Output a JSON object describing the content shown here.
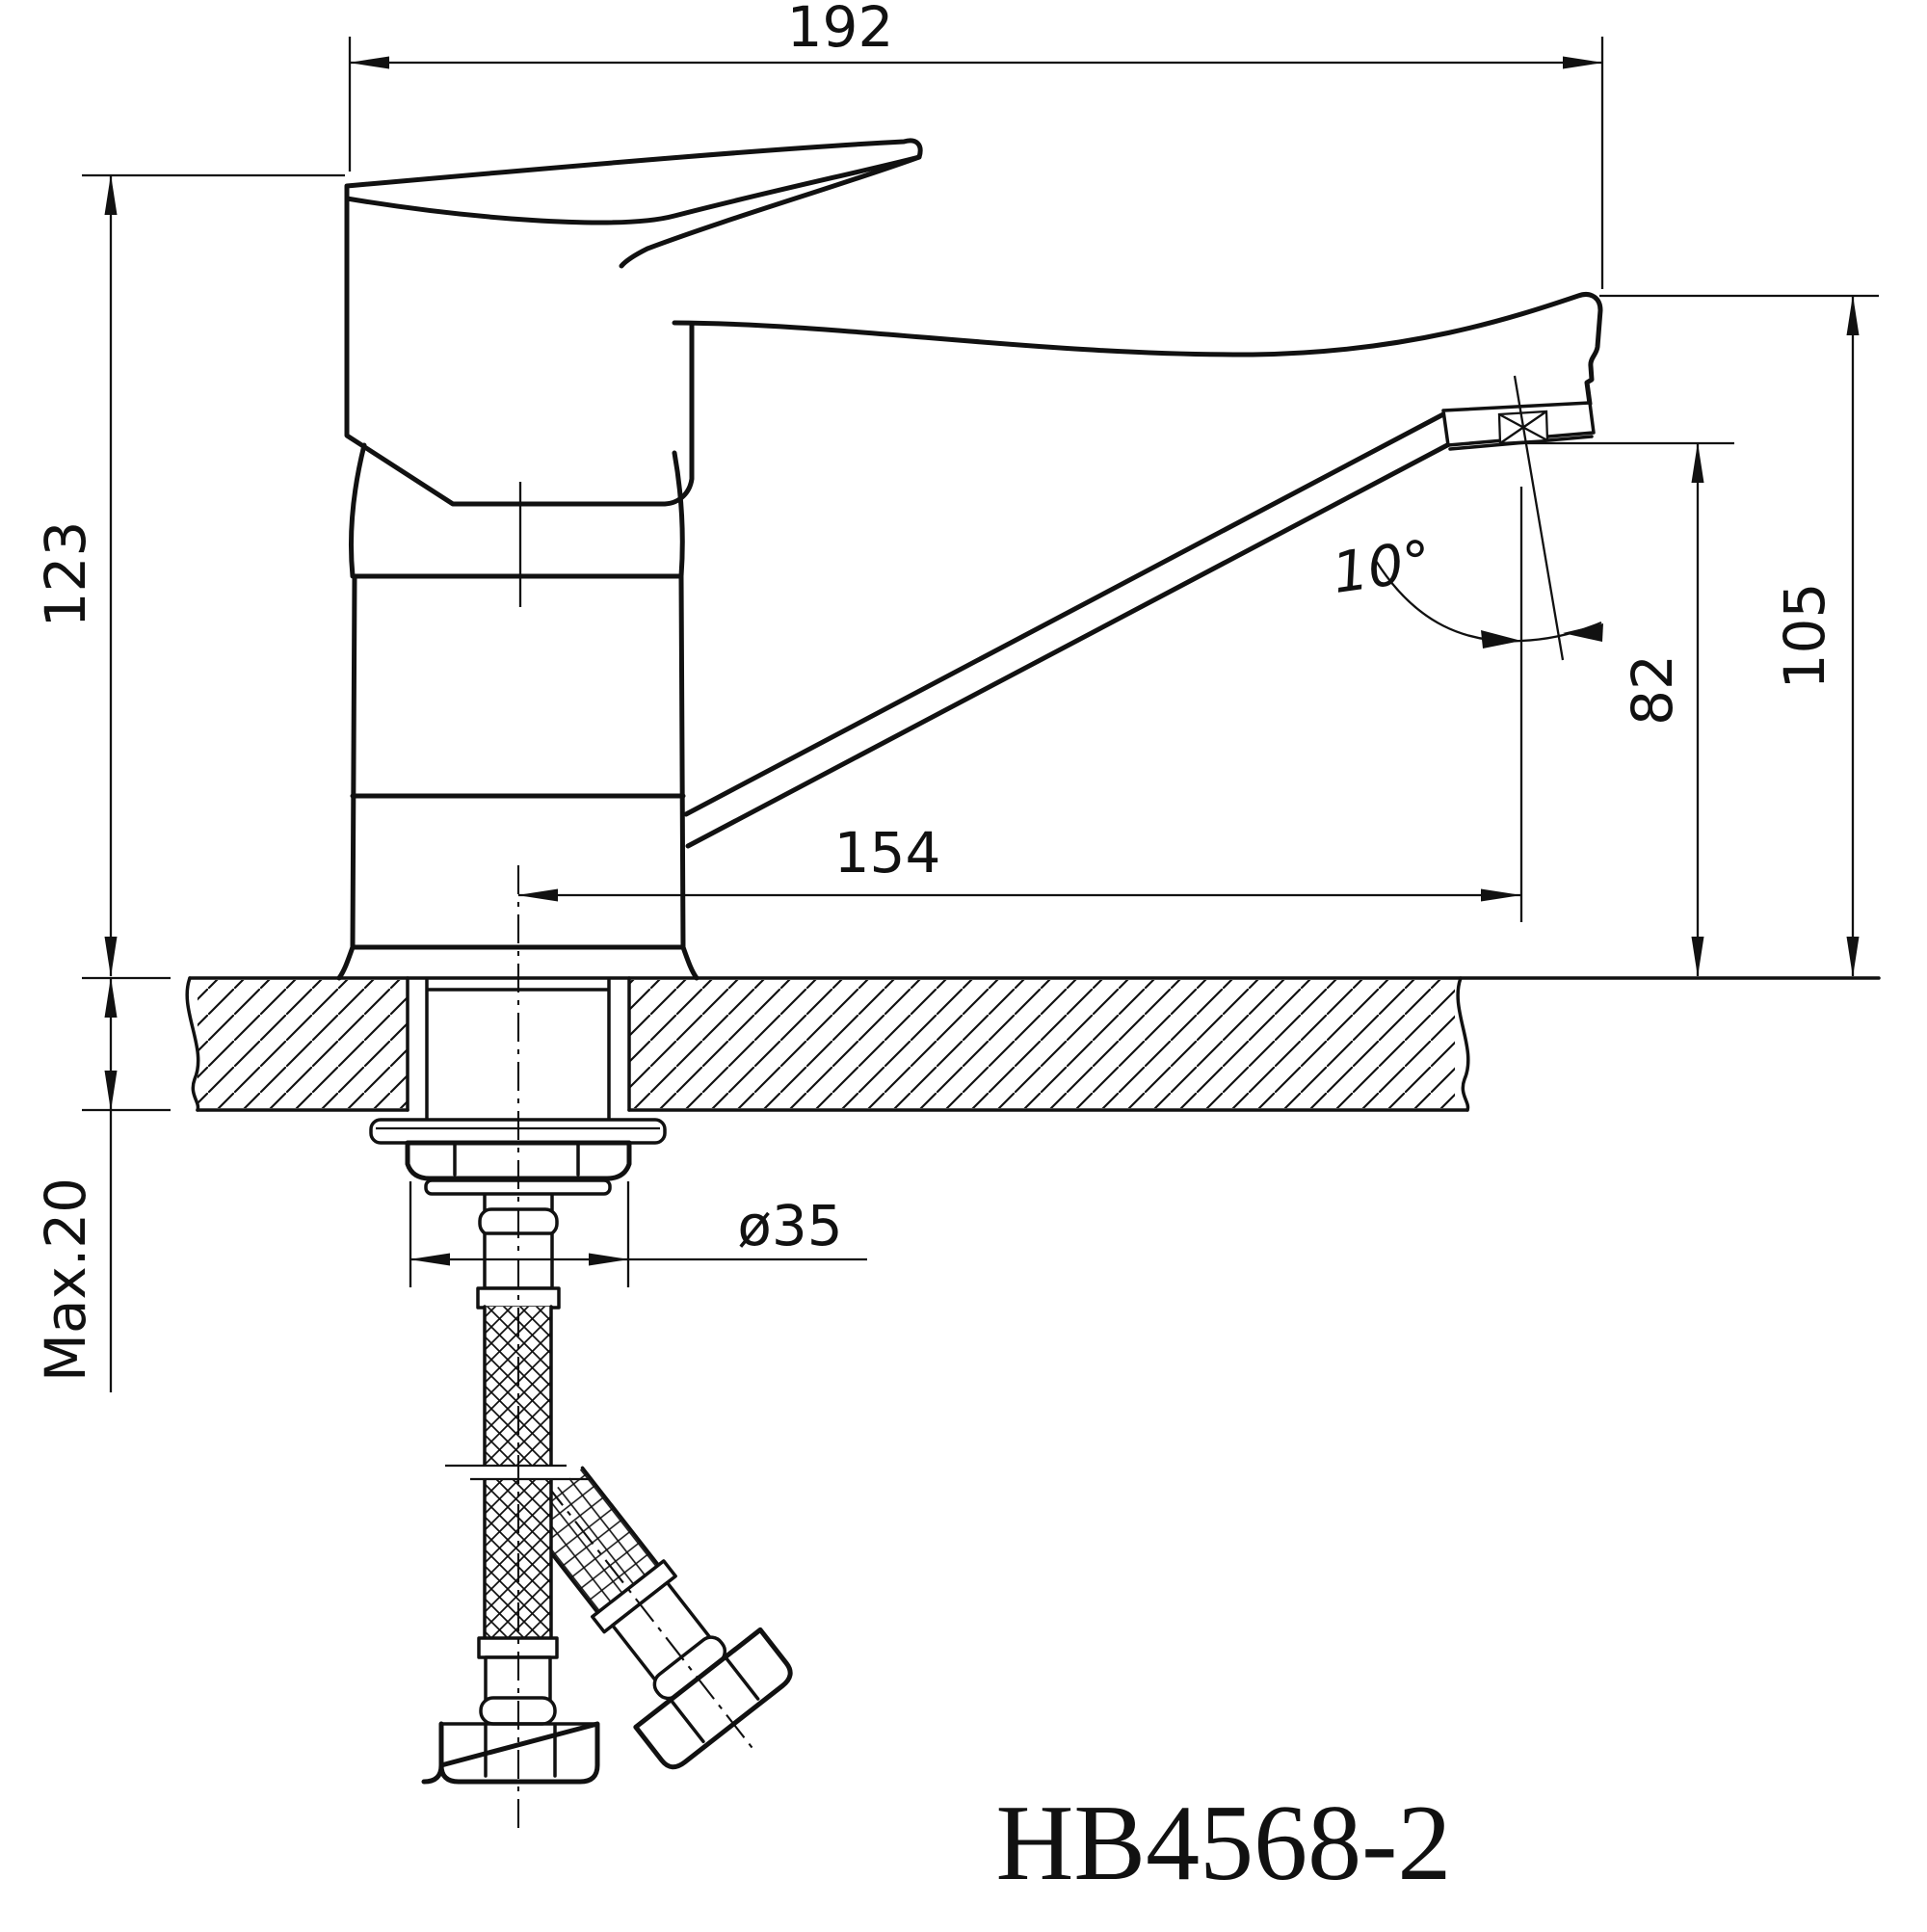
{
  "drawing": {
    "model_number": "HB4568-2",
    "colors": {
      "line": "#111111",
      "background": "#ffffff"
    },
    "dimensions": {
      "overall_width": "192",
      "body_height": "123",
      "max_deck_thickness": "Max.20",
      "spout_top_height": "105",
      "outlet_height": "82",
      "spout_reach": "154",
      "outlet_angle": "10°",
      "hole_diameter": "ø35"
    }
  }
}
